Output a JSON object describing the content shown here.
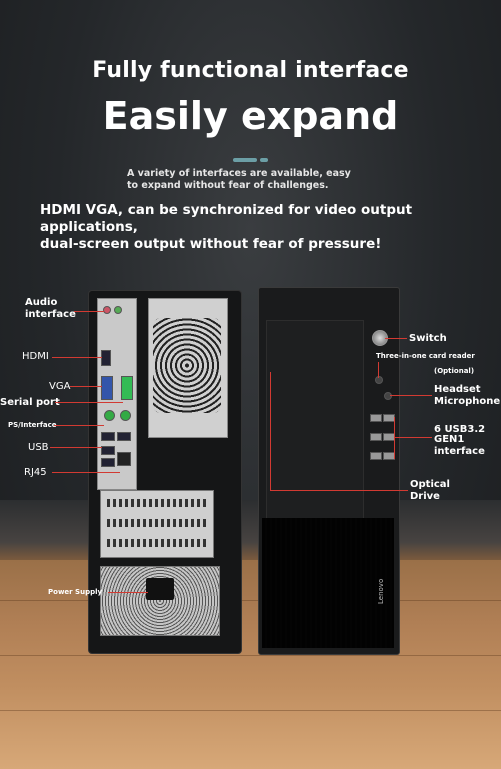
{
  "heading": {
    "line1": "Fully functional interface",
    "line2": "Easily expand"
  },
  "subtext": {
    "line1": "A variety of interfaces are available, easy",
    "line2": "to expand without fear of challenges."
  },
  "description": {
    "line1": "HDMI VGA, can be synchronized for video output applications,",
    "line2": "dual-screen output without fear of pressure!"
  },
  "rear_labels": {
    "audio": "Audio interface",
    "hdmi": "HDMI",
    "vga": "VGA",
    "serial": "Serial port",
    "ps": "PS/Interface",
    "usb": "USB",
    "rj45": "RJ45",
    "power": "Power Supply"
  },
  "front_labels": {
    "switch": "Switch",
    "card_reader": "Three-in-one card reader",
    "optional": "(Optional)",
    "headset": "Headset",
    "microphone": "Microphone",
    "usb_line1": "6 USB3.2",
    "usb_line2": "GEN1",
    "usb_line3": "interface",
    "optical_line1": "Optical",
    "optical_line2": "Drive"
  },
  "brand": "Lenovo",
  "colors": {
    "accent": "#d23a32",
    "dash": "#6c9fa6"
  }
}
